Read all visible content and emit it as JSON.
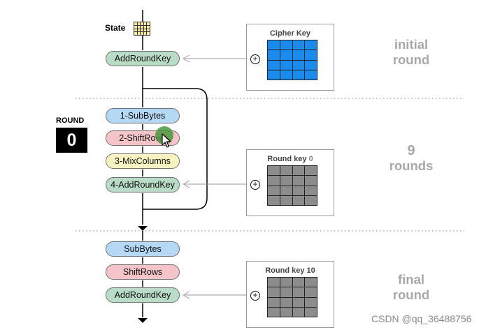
{
  "state": {
    "label": "State"
  },
  "initial_stage": {
    "add_round_key": "AddRoundKey",
    "key_title": "Cipher Key",
    "side_label_line1": "initial",
    "side_label_line2": "round"
  },
  "main_rounds": {
    "round_caption": "ROUND",
    "round_number": "0",
    "steps": [
      "1-SubBytes",
      "2-ShiftRows",
      "3-MixColumns",
      "4-AddRoundKey"
    ],
    "key_title": "Round key",
    "key_index": "0",
    "side_label_line1": "9",
    "side_label_line2": "rounds"
  },
  "final_stage": {
    "steps": [
      "SubBytes",
      "ShiftRows",
      "AddRoundKey"
    ],
    "key_title": "Round key 10",
    "side_label_line1": "final",
    "side_label_line2": "round"
  },
  "xor_symbol": "+",
  "watermark": "CSDN @qq_36488756",
  "colors": {
    "cipher_key_cell": "#1a8cf0",
    "round_key_cell": "#8c8c8c",
    "round_key_index": "#888888",
    "add_round_key_fill": "#b9dcc7",
    "sub_bytes_fill": "#b5d8f4",
    "shift_rows_fill": "#f5c4c8",
    "mix_columns_fill": "#f8f4c2",
    "state_cell": "#f7e9a6",
    "side_label": "#a8a8a8",
    "cursor_highlight": "#4c963e"
  }
}
